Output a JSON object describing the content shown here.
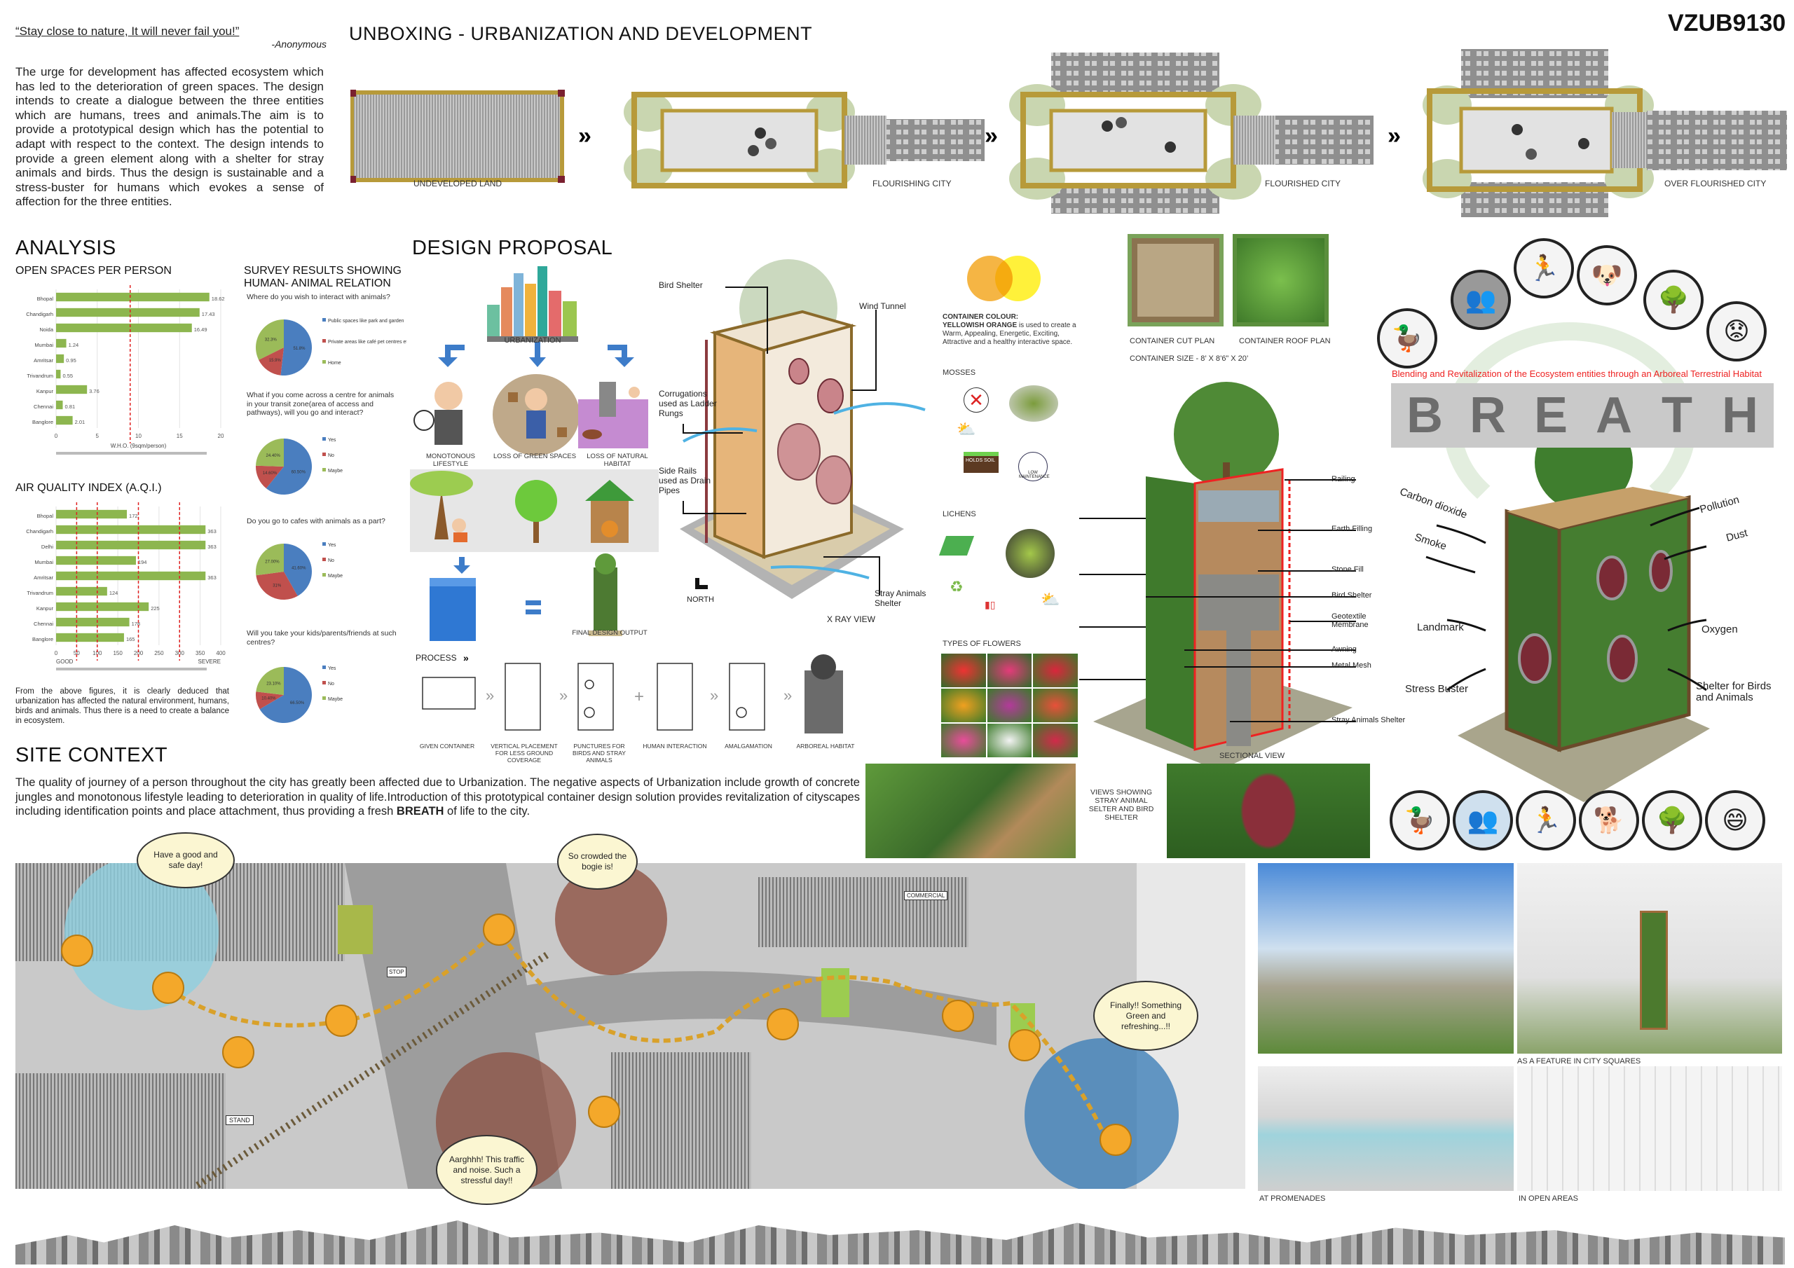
{
  "sheet_code": "VZUB9130",
  "intro": {
    "quote": "“Stay close to nature, It will never fail you!”",
    "quote_author": "-Anonymous",
    "paragraph": "The urge for development has affected ecosystem which has led to the deterioration of green spaces. The design intends to create  a dialogue between the three entities which are humans, trees and animals.The aim is to provide a prototypical design which has the potential to adapt with respect to the context. The design intends to provide a green element along with a shelter for stray animals and birds. Thus the design is sustainable and a stress-buster for humans which evokes a sense of affection for the three entities."
  },
  "unboxing": {
    "title": "UNBOXING - URBANIZATION AND DEVELOPMENT",
    "stages": [
      "UNDEVELOPED LAND",
      "FLOURISHING CITY",
      "FLOURISHED CITY",
      "OVER FLOURISHED CITY"
    ]
  },
  "analysis": {
    "title": "ANALYSIS",
    "conclusion": "From the above figures, it is clearly deduced that urbanization has affected the natural environment, humans, birds and animals. Thus there is a need to create a balance in ecosystem.",
    "survey_title": "SURVEY RESULTS SHOWING HUMAN- ANIMAL RELATION"
  },
  "chart_data": [
    {
      "type": "bar",
      "orientation": "horizontal",
      "title": "OPEN SPACES PER PERSON",
      "categories": [
        "Bhopal",
        "Chandigarh",
        "Noida",
        "Mumbai",
        "Amritsar",
        "Trivandrum",
        "Kanpur",
        "Chennai",
        "Banglore"
      ],
      "values": [
        18.62,
        17.43,
        16.49,
        1.24,
        0.95,
        0.55,
        3.76,
        0.81,
        2.01
      ],
      "value_labels": [
        "18.62",
        "17.43",
        "16.49",
        "1.24",
        "0.95",
        "0.55",
        "3.76",
        "0.81",
        "2.01"
      ],
      "xlim": [
        0,
        20
      ],
      "xticks": [
        "0",
        "5",
        "10",
        "15",
        "20"
      ],
      "xlabel": "W.H.O. (9sqm/person)",
      "reference_lines": [
        9
      ],
      "bar_color": "#8db64f",
      "grid": true
    },
    {
      "type": "bar",
      "orientation": "horizontal",
      "title": "AIR QUALITY INDEX (A.Q.I.)",
      "categories": [
        "Bhopal",
        "Chandigarh",
        "Delhi",
        "Mumbai",
        "Amritsar",
        "Trivandrum",
        "Kanpur",
        "Chennai",
        "Banglore"
      ],
      "values": [
        172,
        363,
        363,
        194,
        363,
        124,
        225,
        178,
        165
      ],
      "value_labels": [
        "172",
        "363",
        "363",
        "194",
        "363",
        "124",
        "225",
        "178",
        "165"
      ],
      "xlim": [
        0,
        400
      ],
      "xticks": [
        "0",
        "50",
        "100",
        "150",
        "200",
        "250",
        "300",
        "350",
        "400"
      ],
      "xlabel_left": "GOOD",
      "xlabel_right": "SEVERE",
      "reference_lines": [
        50,
        100,
        200,
        300
      ],
      "bar_color": "#8db64f",
      "grid": true
    },
    {
      "type": "pie",
      "title": "Where do you wish to interact with animals?",
      "labels": [
        "Public spaces like park and garden",
        "Private areas like café pet centres etc",
        "Home"
      ],
      "values": [
        51.8,
        15.9,
        32.3
      ],
      "value_labels": [
        "51.8%",
        "15.9%",
        "32.3%"
      ],
      "colors": [
        "#4a7ebf",
        "#c0504d",
        "#9bbb59"
      ],
      "legend": "right"
    },
    {
      "type": "pie",
      "title": "What if you come across a centre for animals in your transit zone(area of access and pathways), will you go and interact?",
      "labels": [
        "Yes",
        "No",
        "Maybe"
      ],
      "values": [
        60.5,
        14.6,
        24.4
      ],
      "value_labels": [
        "60.50%",
        "14.60%",
        "24.40%"
      ],
      "colors": [
        "#4a7ebf",
        "#c0504d",
        "#9bbb59"
      ],
      "legend": "right"
    },
    {
      "type": "pie",
      "title": "Do you go to cafes with animals as a part?",
      "labels": [
        "Yes",
        "No",
        "Maybe"
      ],
      "values": [
        41.6,
        31,
        27
      ],
      "value_labels": [
        "41.60%",
        "31%",
        "27.00%"
      ],
      "colors": [
        "#4a7ebf",
        "#c0504d",
        "#9bbb59"
      ],
      "legend": "right"
    },
    {
      "type": "pie",
      "title": "Will you take your kids/parents/friends at such centres?",
      "labels": [
        "Yes",
        "No",
        "Maybe"
      ],
      "values": [
        66.5,
        10.4,
        23.1
      ],
      "value_labels": [
        "66.50%",
        "10.40%",
        "23.10%"
      ],
      "colors": [
        "#4a7ebf",
        "#c0504d",
        "#9bbb59"
      ],
      "legend": "right"
    }
  ],
  "design": {
    "title": "DESIGN PROPOSAL",
    "urbanization": "URBANIZATION",
    "effects": [
      "MONOTONOUS LIFESTYLE",
      "LOSS OF GREEN SPACES",
      "LOSS OF NATURAL HABITAT"
    ],
    "final_output": "FINAL DESIGN OUTPUT",
    "north": "NORTH",
    "xray_title": "X RAY VIEW",
    "xray_callouts": [
      "Bird Shelter",
      "Wind Tunnel",
      "Corrugations used as Ladder Rungs",
      "Side Rails used as Drain Pipes",
      "Stray Animals Shelter"
    ],
    "process_title": "PROCESS",
    "process_steps": [
      "GIVEN CONTAINER",
      "VERTICAL PLACEMENT FOR LESS GROUND COVERAGE",
      "PUNCTURES FOR BIRDS AND STRAY ANIMALS",
      "HUMAN INTERACTION",
      "AMALGAMATION",
      "ARBOREAL HABITAT"
    ],
    "colour_heading": "CONTAINER COLOUR:",
    "colour_name": "YELLOWISH ORANGE",
    "colour_text": " is used to create a Warm, Appealing, Energetic, Exciting, Attractive and a healthy interactive space.",
    "colors": {
      "orange": "#f5b544",
      "yellow": "#fff13a"
    },
    "mosses": "MOSSES",
    "lichens": "LICHENS",
    "flowers": "TYPES OF FLOWERS",
    "low_maintenance": "LOW MAINTENANCE",
    "holds_soil": "HOLDS SOIL",
    "plans": [
      "CONTAINER CUT PLAN",
      "CONTAINER ROOF PLAN"
    ],
    "container_size": "CONTAINER SIZE - 8’ X 8’6” X 20’",
    "section_callouts": [
      "Railing",
      "Earth Filling",
      "Stone Fill",
      "Bird Shelter",
      "Geotextile Membrane",
      "Awning",
      "Metal Mesh",
      "Stray Animals Shelter"
    ],
    "section_title": "SECTIONAL VIEW",
    "views_caption": "VIEWS SHOWING STRAY ANIMAL SELTER AND BIRD SHELTER"
  },
  "breath": {
    "tagline": "Blending and Revitalization of the Ecosystem entities through an Arboreal Terrestrial Habitat",
    "letters": [
      "B",
      "R",
      "E",
      "A",
      "T",
      "H"
    ],
    "inputs": [
      "Carbon dioxide",
      "Smoke",
      "Pollution",
      "Dust"
    ],
    "outputs": [
      "Landmark",
      "Stress Buster",
      "Oxygen",
      "Shelter for Birds and Animals"
    ],
    "before_icons": [
      "duck-icon",
      "crowd-icon",
      "polluted-runner-icon",
      "sad-dog-icon",
      "dull-tree-icon",
      "sad-man-icon"
    ],
    "after_icons": [
      "duck-icon",
      "crowd-icon",
      "runner-icon",
      "happy-dog-icon",
      "green-tree-icon",
      "happy-man-icon"
    ]
  },
  "site": {
    "title": "SITE CONTEXT",
    "text_before": "The quality of journey of a person throughout the city has greatly been affected due to Urbanization. The negative aspects of Urbanization include growth of concrete jungles and monotonous lifestyle leading to deterioration in quality of life.Introduction of this prototypical container design solution provides revitalization of cityscapes including identification points and place attachment, thus providing a fresh ",
    "text_bold": "BREATH",
    "text_after": " of life to the city.",
    "bubbles": [
      "Have a good and safe day!",
      "So crowded the bogie is!",
      "Aarghhh! This traffic and noise. Such a stressful day!!",
      "Finally!! Something Green and refreshing...!!"
    ],
    "signs": [
      "STOP",
      "STAND",
      "COMMERCIAL"
    ],
    "photo_captions": [
      "AS A FEATURE IN CITY SQUARES",
      "AT PROMENADES",
      "IN OPEN AREAS"
    ]
  }
}
